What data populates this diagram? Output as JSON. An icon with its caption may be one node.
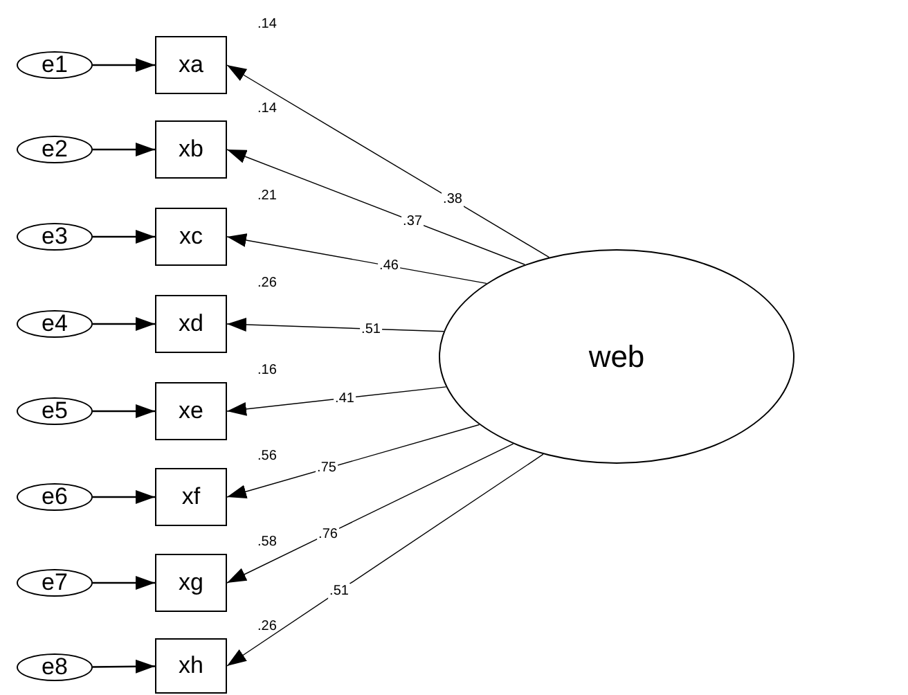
{
  "diagram": {
    "nodes": [
      {
        "text": [
          "e1"
        ]
      },
      {
        "text": [
          "e2"
        ]
      },
      {
        "text": [
          "e3"
        ]
      },
      {
        "text": [
          "e4"
        ]
      },
      {
        "text": [
          "e5"
        ]
      },
      {
        "text": [
          "e6"
        ]
      },
      {
        "text": [
          "e7"
        ]
      },
      {
        "text": [
          "e8"
        ]
      },
      {
        "text": [
          "xa"
        ],
        "beside": [
          ".14"
        ]
      },
      {
        "text": [
          "xb"
        ],
        "beside": [
          ".14"
        ]
      },
      {
        "text": [
          "xc"
        ],
        "beside": [
          ".21"
        ]
      },
      {
        "text": [
          "xd"
        ],
        "beside": [
          ".26"
        ]
      },
      {
        "text": [
          "xe"
        ],
        "beside": [
          ".16"
        ]
      },
      {
        "text": [
          "xf"
        ],
        "beside": [
          ".56"
        ]
      },
      {
        "text": [
          "xg"
        ],
        "beside": [
          ".58"
        ]
      },
      {
        "text": [
          "xh"
        ],
        "beside": [
          ".26"
        ]
      },
      {
        "text": [
          "web"
        ]
      }
    ],
    "edges": [
      {
        "from": 0,
        "to": 8,
        "arrow": "to"
      },
      {
        "from": 1,
        "to": 9,
        "arrow": "to"
      },
      {
        "from": 2,
        "to": 10,
        "arrow": "to"
      },
      {
        "from": 3,
        "to": 11,
        "arrow": "to"
      },
      {
        "from": 4,
        "to": 12,
        "arrow": "to"
      },
      {
        "from": 5,
        "to": 13,
        "arrow": "to"
      },
      {
        "from": 6,
        "to": 14,
        "arrow": "to"
      },
      {
        "from": 7,
        "to": 15,
        "arrow": "to"
      },
      {
        "from": 16,
        "to": 8,
        "arrow": "to",
        "label": ".38"
      },
      {
        "from": 16,
        "to": 9,
        "arrow": "to",
        "label": ".37"
      },
      {
        "from": 16,
        "to": 10,
        "arrow": "to",
        "label": ".46"
      },
      {
        "from": 16,
        "to": 11,
        "arrow": "to",
        "label": ".51"
      },
      {
        "from": 16,
        "to": 12,
        "arrow": "to",
        "label": ".41"
      },
      {
        "from": 16,
        "to": 13,
        "arrow": "to",
        "label": ".75"
      },
      {
        "from": 16,
        "to": 14,
        "arrow": "to",
        "label": ".76"
      },
      {
        "from": 16,
        "to": 15,
        "arrow": "to",
        "label": ".51"
      }
    ]
  }
}
